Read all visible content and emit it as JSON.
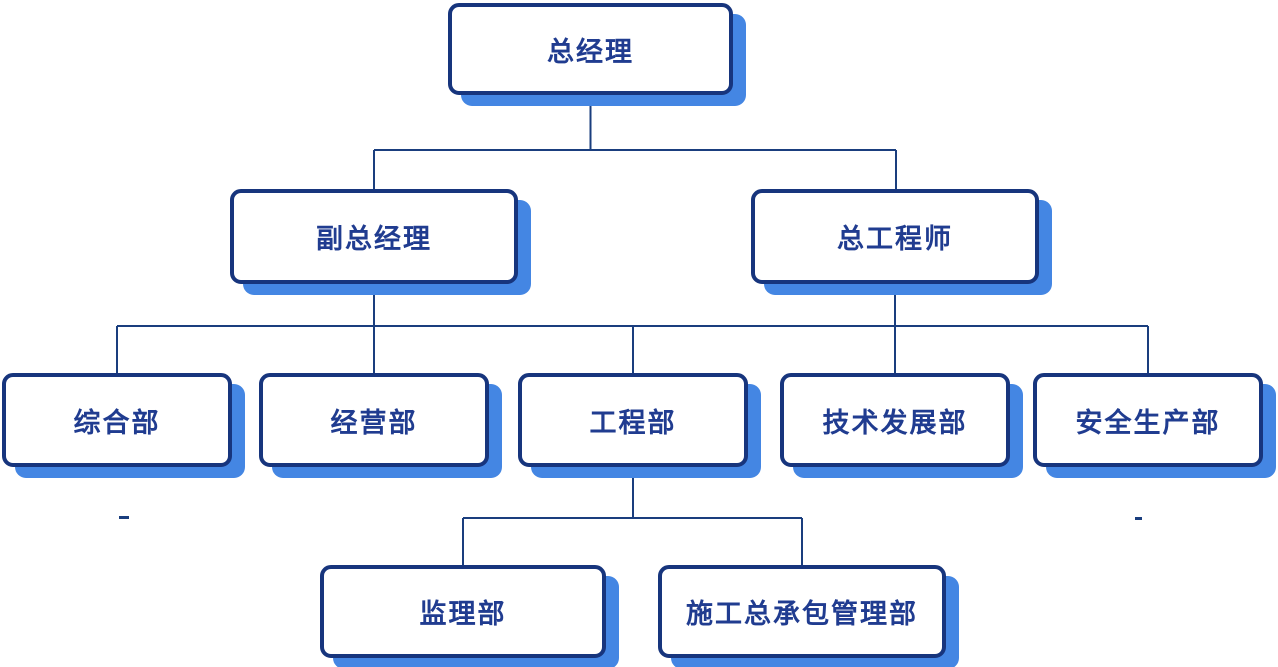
{
  "diagram": {
    "type": "org-chart",
    "nodes": {
      "general_manager": {
        "label": "总经理",
        "level": 1
      },
      "deputy_general_manager": {
        "label": "副总经理",
        "level": 2
      },
      "chief_engineer": {
        "label": "总工程师",
        "level": 2
      },
      "general_dept": {
        "label": "综合部",
        "level": 3
      },
      "business_dept": {
        "label": "经营部",
        "level": 3
      },
      "engineering_dept": {
        "label": "工程部",
        "level": 3
      },
      "tech_development_dept": {
        "label": "技术发展部",
        "level": 3
      },
      "safety_production_dept": {
        "label": "安全生产部",
        "level": 3
      },
      "supervision_dept": {
        "label": "监理部",
        "level": 4
      },
      "general_contracting_dept": {
        "label": "施工总承包管理部",
        "level": 4
      }
    },
    "edges": [
      {
        "from": [
          "general_manager"
        ],
        "to": [
          "deputy_general_manager",
          "chief_engineer"
        ]
      },
      {
        "from": [
          "deputy_general_manager",
          "chief_engineer"
        ],
        "to": [
          "general_dept",
          "business_dept",
          "engineering_dept",
          "tech_development_dept",
          "safety_production_dept"
        ]
      },
      {
        "from": [
          "engineering_dept"
        ],
        "to": [
          "supervision_dept",
          "general_contracting_dept"
        ]
      }
    ],
    "colors": {
      "background": "#ffffff",
      "box_fill": "#ffffff",
      "box_border": "#17357d",
      "box_text": "#203c90",
      "box_shadow": "#4486e3",
      "connector": "#1a3e7e"
    }
  }
}
